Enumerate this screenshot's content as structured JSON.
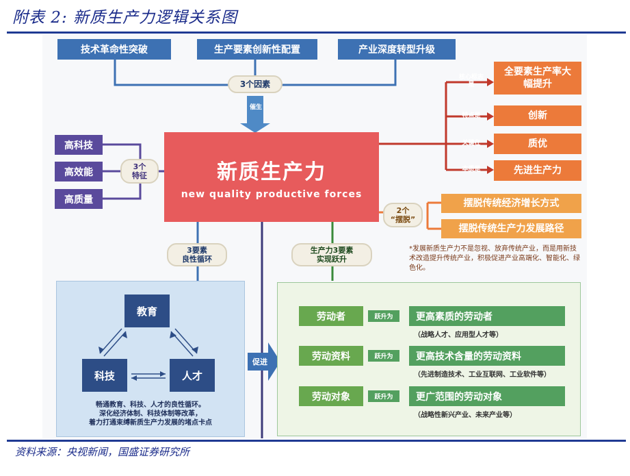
{
  "header": {
    "title": "附表 2: 新质生产力逻辑关系图"
  },
  "footer": {
    "source": "资料来源：央视新闻，国盛证券研究所"
  },
  "factors": {
    "items": [
      "技术革命性突破",
      "生产要素创新性配置",
      "产业深度转型升级"
    ],
    "badge": "3个因素",
    "arrow_label": "催生"
  },
  "center": {
    "cn": "新质生产力",
    "en": "new quality productive forces"
  },
  "features": {
    "items": [
      "高科技",
      "高效能",
      "高质量"
    ],
    "badge_line1": "3个",
    "badge_line2": "特征"
  },
  "right_items": [
    {
      "tag": "核心标志是",
      "label": "全要素生产率大幅提升"
    },
    {
      "tag": "特点是",
      "label": "创新"
    },
    {
      "tag": "关键在",
      "label": "质优"
    },
    {
      "tag": "本质是",
      "label": "先进生产力"
    }
  ],
  "breakaway": {
    "badge_line1": "2个",
    "badge_line2": "“摆脱”",
    "items": [
      "摆脱传统经济增长方式",
      "摆脱传统生产力发展路径"
    ],
    "note": "*发展新质生产力不是忽视、放弃传统产业，而是用新技术改造提升传统产业，积极促进产业高端化、智能化、绿色化。"
  },
  "left_panel": {
    "badge_line1": "3要素",
    "badge_line2": "良性循环",
    "nodes": [
      "教育",
      "科技",
      "人才"
    ],
    "caption": [
      "畅通教育、科技、人才的良性循环。",
      "深化经济体制、科技体制等改革，",
      "着力打通束缚新质生产力发展的堵点卡点"
    ]
  },
  "promote_label": "促进",
  "right_panel": {
    "badge_line1": "生产力3要素",
    "badge_line2": "实现跃升",
    "arrow_text": "跃升为",
    "rows": [
      {
        "from": "劳动者",
        "to": "更高素质的劳动者",
        "sub": "（战略人才、应用型人才等）"
      },
      {
        "from": "劳动资料",
        "to": "更高技术含量的劳动资料",
        "sub": "（先进制造技术、工业互联网、工业软件等）"
      },
      {
        "from": "劳动对象",
        "to": "更广范围的劳动对象",
        "sub": "（战略性新兴产业、未来产业等）"
      }
    ]
  },
  "colors": {
    "blue": "#3d71b3",
    "purple": "#5a4a9c",
    "orange": "#ec7a3a",
    "red": "#e75b5c",
    "green": "#53a05f",
    "navy": "#1f3a93"
  }
}
